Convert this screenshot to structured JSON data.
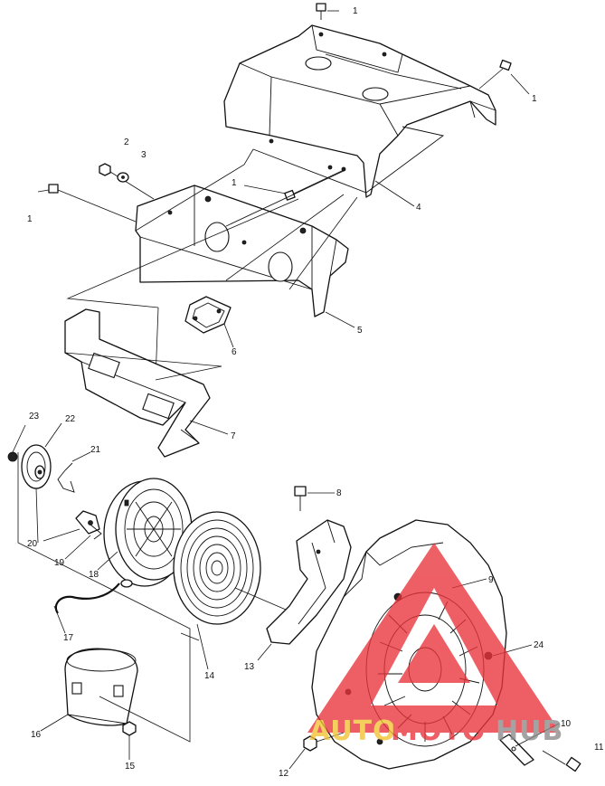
{
  "callouts": [
    {
      "id": "c1a",
      "text": "1"
    },
    {
      "id": "c1b",
      "text": "1"
    },
    {
      "id": "c1c",
      "text": "1"
    },
    {
      "id": "c1d",
      "text": "1"
    },
    {
      "id": "c2",
      "text": "2"
    },
    {
      "id": "c3",
      "text": "3"
    },
    {
      "id": "c4",
      "text": "4"
    },
    {
      "id": "c5",
      "text": "5"
    },
    {
      "id": "c6",
      "text": "6"
    },
    {
      "id": "c7",
      "text": "7"
    },
    {
      "id": "c8",
      "text": "8"
    },
    {
      "id": "c9",
      "text": "9"
    },
    {
      "id": "c10",
      "text": "10"
    },
    {
      "id": "c11",
      "text": "11"
    },
    {
      "id": "c12",
      "text": "12"
    },
    {
      "id": "c13",
      "text": "13"
    },
    {
      "id": "c14",
      "text": "14"
    },
    {
      "id": "c15",
      "text": "15"
    },
    {
      "id": "c16",
      "text": "16"
    },
    {
      "id": "c17",
      "text": "17"
    },
    {
      "id": "c18",
      "text": "18"
    },
    {
      "id": "c19",
      "text": "19"
    },
    {
      "id": "c20",
      "text": "20"
    },
    {
      "id": "c21",
      "text": "21"
    },
    {
      "id": "c22",
      "text": "22"
    },
    {
      "id": "c23",
      "text": "23"
    },
    {
      "id": "c24",
      "text": "24"
    }
  ],
  "watermark": {
    "part1": "AUTO",
    "part2": "MOTO",
    "part3": "HUB",
    "colors": {
      "red": "#e8333a",
      "gold": "#f2c232",
      "gray": "#8a8a8a"
    }
  }
}
